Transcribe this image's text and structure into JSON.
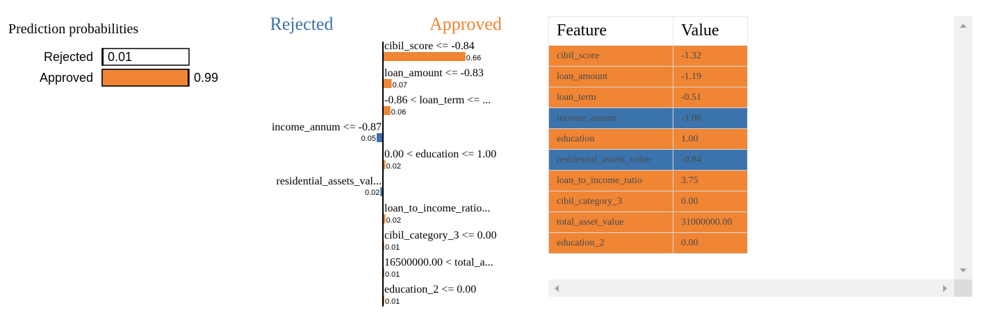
{
  "colors": {
    "approved": "#f08534",
    "rejected": "#3b74ad"
  },
  "prediction_panel": {
    "title": "Prediction probabilities",
    "classes": [
      {
        "label": "Rejected",
        "value": 0.01,
        "value_text": "0.01",
        "color": "#3b74ad"
      },
      {
        "label": "Approved",
        "value": 0.99,
        "value_text": "0.99",
        "color": "#f08534"
      }
    ]
  },
  "chart_data": {
    "type": "bar",
    "left_header": "Rejected",
    "right_header": "Approved",
    "bars": [
      {
        "label": "cibil_score <= -0.84",
        "value": 0.66,
        "value_text": "0.66",
        "side": "Approved"
      },
      {
        "label": "loan_amount <= -0.83",
        "value": 0.07,
        "value_text": "0.07",
        "side": "Approved"
      },
      {
        "label": "-0.86 < loan_term <= ...",
        "value": 0.06,
        "value_text": "0.06",
        "side": "Approved"
      },
      {
        "label": "income_annum <= -0.87",
        "value": 0.05,
        "value_text": "0.05",
        "side": "Rejected"
      },
      {
        "label": "0.00 < education <= 1.00",
        "value": 0.02,
        "value_text": "0.02",
        "side": "Approved"
      },
      {
        "label": "residential_assets_val...",
        "value": 0.02,
        "value_text": "0.02",
        "side": "Rejected"
      },
      {
        "label": "loan_to_income_ratio...",
        "value": 0.02,
        "value_text": "0.02",
        "side": "Approved"
      },
      {
        "label": "cibil_category_3 <= 0.00",
        "value": 0.01,
        "value_text": "0.01",
        "side": "Approved"
      },
      {
        "label": "16500000.00 < total_a...",
        "value": 0.01,
        "value_text": "0.01",
        "side": "Approved"
      },
      {
        "label": "education_2 <= 0.00",
        "value": 0.01,
        "value_text": "0.01",
        "side": "Approved"
      }
    ]
  },
  "feature_table": {
    "headers": [
      "Feature",
      "Value"
    ],
    "rows": [
      {
        "feature": "cibil_score",
        "value": "-1.32",
        "side": "Approved"
      },
      {
        "feature": "loan_amount",
        "value": "-1.19",
        "side": "Approved"
      },
      {
        "feature": "loan_term",
        "value": "-0.51",
        "side": "Approved"
      },
      {
        "feature": "income_annum",
        "value": "-1.08",
        "side": "Rejected"
      },
      {
        "feature": "education",
        "value": "1.00",
        "side": "Approved"
      },
      {
        "feature": "residential_assets_value",
        "value": "-0.84",
        "side": "Rejected"
      },
      {
        "feature": "loan_to_income_ratio",
        "value": "3.75",
        "side": "Approved"
      },
      {
        "feature": "cibil_category_3",
        "value": "0.00",
        "side": "Approved"
      },
      {
        "feature": "total_asset_value",
        "value": "31000000.00",
        "side": "Approved"
      },
      {
        "feature": "education_2",
        "value": "0.00",
        "side": "Approved"
      }
    ]
  }
}
